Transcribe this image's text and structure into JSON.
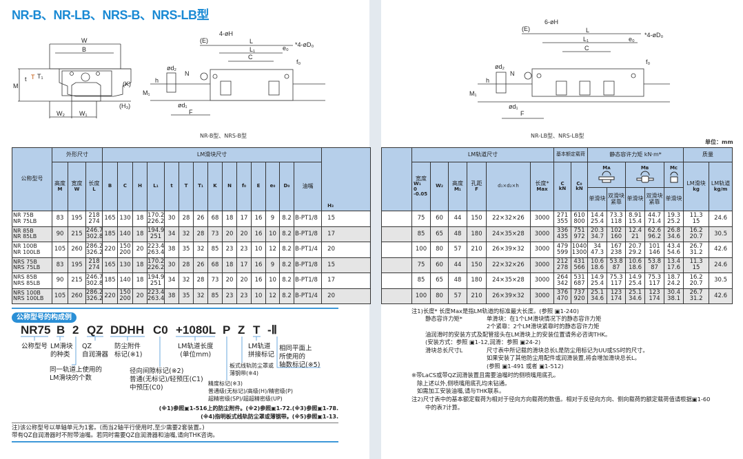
{
  "title": "NR-B、NR-LB、NRS-B、NRS-LB型",
  "drawings": {
    "caption_b": "NR-B型、NRS-B型",
    "caption_lb": "NR-LB型、NRS-LB型",
    "unit": "单位：mm",
    "end_view": {
      "W": "W",
      "B": "B",
      "M": "M",
      "t": "t",
      "T": "T",
      "T1": "T₁",
      "K": "(K)",
      "H3": "(H₃)",
      "W2": "W₂",
      "W1": "W₁"
    },
    "side_b": {
      "holes": "4-øH",
      "E": "(E)",
      "L": "L",
      "L1": "L₁",
      "e0": "e₀",
      "D0": "*4-øD₀",
      "C": "C",
      "f0": "f₀",
      "N": "N",
      "d2": "ød₂",
      "h": "h",
      "M1": "M₁",
      "d1": "ød₁",
      "F": "F"
    },
    "side_lb": {
      "holes": "6-øH",
      "E": "(E)",
      "L": "L",
      "L1": "L₁",
      "e0": "e₀",
      "D0": "*4-øD₀",
      "C": "C",
      "f0": "f₀",
      "N": "N",
      "d2": "ød₂",
      "h": "h",
      "M1": "M₁",
      "d1": "ød₁",
      "F": "F"
    }
  },
  "left_table": {
    "h_model": "公称型号",
    "h_outer": "外形尺寸",
    "h_block": "LM滑块尺寸",
    "h_height": "高度",
    "h_width": "宽度",
    "h_length": "长度",
    "h_grease": "油嘴",
    "syms": [
      "M",
      "W",
      "L",
      "B",
      "C",
      "H",
      "L₁",
      "t",
      "T",
      "T₁",
      "K",
      "N",
      "f₀",
      "E",
      "e₀",
      "D₀",
      "H₃"
    ],
    "rows": [
      [
        "NR  75B\nNR  75LB",
        "83",
        "195",
        "218\n274",
        "165",
        "130",
        "18",
        "170.2\n226.2",
        "30",
        "28",
        "26",
        "68",
        "18",
        "17",
        "16",
        "9",
        "8.2",
        "B-PT1/8",
        "15"
      ],
      [
        "NR  85B\nNR  85LB",
        "90",
        "215",
        "246.7\n302.8",
        "185",
        "140",
        "18",
        "194.9\n251",
        "34",
        "32",
        "28",
        "73",
        "20",
        "20",
        "16",
        "10",
        "8.2",
        "B-PT1/8",
        "17"
      ],
      [
        "NR  100B\nNR  100LB",
        "105",
        "260",
        "286.2\n326.2",
        "220",
        "150\n200",
        "20",
        "223.4\n263.4",
        "38",
        "35",
        "32",
        "85",
        "23",
        "23",
        "10",
        "12",
        "8.2",
        "B-PT1/4",
        "20"
      ],
      [
        "NRS  75B\nNRS  75LB",
        "83",
        "195",
        "218\n274",
        "165",
        "130",
        "18",
        "170.2\n226.2",
        "30",
        "28",
        "26",
        "68",
        "18",
        "17",
        "16",
        "9",
        "8.2",
        "B-PT1/8",
        "15"
      ],
      [
        "NRS  85B\nNRS  85LB",
        "90",
        "215",
        "246.7\n302.8",
        "185",
        "140",
        "18",
        "194.9\n251",
        "34",
        "32",
        "28",
        "73",
        "20",
        "20",
        "16",
        "10",
        "8.2",
        "B-PT1/8",
        "17"
      ],
      [
        "NRS  100B\nNRS  100LB",
        "105",
        "260",
        "286.2\n326.2",
        "220",
        "150\n200",
        "20",
        "223.4\n263.4",
        "38",
        "35",
        "32",
        "85",
        "23",
        "23",
        "10",
        "12",
        "8.2",
        "B-PT1/4",
        "20"
      ]
    ]
  },
  "right_table": {
    "h_rail": "LM轨道尺寸",
    "h_load": "基本额定载荷",
    "h_moment": "静态容许力矩 kN·m*",
    "h_mass": "质量",
    "h_width": "宽度",
    "w1": "W₁\n0\n-0.05",
    "w2": "W₂",
    "h_height": "高度",
    "m1": "M₁",
    "h_pitch": "孔距",
    "f": "F",
    "dims": "d₁×d₂×h",
    "h_len": "长度*",
    "max": "Max",
    "c": "C",
    "c0": "C₀",
    "kn": "kN",
    "ma": "Mᴀ",
    "mb": "Mʙ",
    "mc": "Mᴄ",
    "single": "单滑块",
    "double": "双滑块\n紧靠",
    "block": "LM滑块",
    "rail": "LM轨道",
    "kg": "kg",
    "kgm": "kg/m",
    "rows": [
      [
        "75",
        "60",
        "44",
        "150",
        "22×32×26",
        "3000",
        "271\n355",
        "610\n800",
        "14.4\n25.4",
        "73.3\n118",
        "8.91\n15.4",
        "44.7\n71.4",
        "19.3\n25.2",
        "11.3\n15",
        "24.6"
      ],
      [
        "85",
        "65",
        "48",
        "180",
        "24×35×28",
        "3000",
        "336\n435",
        "751\n972",
        "20.3\n34.7",
        "102\n160",
        "12.4\n21",
        "62.6\n96.2",
        "26.8\n34.6",
        "16.2\n20.7",
        "30.5"
      ],
      [
        "100",
        "80",
        "57",
        "210",
        "26×39×32",
        "3000",
        "479\n599",
        "1040\n1300",
        "34\n47.3",
        "167\n238",
        "20.7\n29.2",
        "101\n146",
        "43.4\n54.6",
        "26.7\n31.2",
        "42.6"
      ],
      [
        "75",
        "60",
        "44",
        "150",
        "22×32×26",
        "3000",
        "212\n278",
        "431\n566",
        "10.6\n18.6",
        "53.8\n87",
        "10.6\n18.6",
        "53.8\n87",
        "13.4\n17.6",
        "11.3\n15",
        "24.6"
      ],
      [
        "85",
        "65",
        "48",
        "180",
        "24×35×28",
        "3000",
        "264\n342",
        "531\n687",
        "14.9\n25.4",
        "75.3\n117",
        "14.9\n25.4",
        "75.3\n117",
        "18.7\n24.2",
        "16.2\n20.7",
        "30.5"
      ],
      [
        "100",
        "80",
        "57",
        "210",
        "26×39×32",
        "3000",
        "376\n470",
        "737\n920",
        "25.1\n34.6",
        "123\n174",
        "25.1\n34.6",
        "123\n174",
        "30.4\n38.1",
        "26.7\n31.2",
        "42.6"
      ]
    ]
  },
  "model_code": {
    "heading": "公称型号的构成例",
    "tokens": [
      "NR75",
      "B",
      "2",
      "QZ",
      "DDHH",
      "C0",
      "+1080L",
      "P",
      "Z",
      "T",
      "-Ⅱ"
    ],
    "labels": {
      "model": "公称型号",
      "block_type": "LM滑块\n的种类",
      "qz": "QZ\n自润滑器",
      "seal": "防尘附件\n标记(※1)",
      "rail_len": "LM轨道长度\n(单位mm)",
      "joint": "LM轨道\n拼接标记",
      "axes": "相同平面上\n所使用的\n轴数标记(※5)",
      "count": "同一轨道上使用的\nLM滑块的个数",
      "clearance": "径向间隙标记(※2)\n普通(无标记)/轻预压(C1)\n中预压(C0)",
      "cover": "板式线轨防尘罩或\n薄钢带(※4)",
      "accuracy": "精度标记(※3)\n普通级(无标记)/高级(H)/精密级(P)\n超精密级(SP)/超超精密级(UP)"
    },
    "refs": [
      "(※1)参照▣1-516上的防尘附件。(※2)参照▣1-72.(※3)参照▣1-78.",
      "(※4)指明板式线轨防尘罩或薄钢带。(※5)参照▣1-13."
    ],
    "notes": "注)该公称型号以单轴单元为1套。(而当2轴平行使用时,至少需要2套装置。)\n    带有QZ自润滑器时不附带油嘴。若同时需要QZ自润滑器和油嘴,请向THK咨询。"
  },
  "right_notes": [
    "注1)长度*   长度Max是指LM轨道的标准最大长度。(参照 ▣1-240)",
    "静态容许力矩*",
    "单滑块：在1个LM滑块情况下的静态容许力矩",
    "2个紧靠：2个LM滑块紧靠时的静态容许力矩",
    "油润滑时的安装方式及配管接头在LM滑块上的安装位置请务必咨询THK。",
    "(安装方式：参照 ▣1-12,润滑：参照 ▣24-2)",
    "滑块总长尺寸L",
    "尺寸表中所记载的滑块总长L是防尘用标记为UU或SS时的尺寸。",
    "如果安装了其他防尘用配件或润滑装置,将会增加滑块总长L。",
    "(参照 ▣1-491 或者 ▣1-512)",
    "※带LaCS或带QZ润滑装置且需要油嘴时的侧喷嘴用底孔。",
    "除上述以外,侧喷嘴用底孔均未钻通。",
    "如需加工安装油嘴,请与THK联系。",
    "注2)尺寸表中的基本额定载荷为相对于径向方向载荷的数值。相对于反径向方向、侧向载荷的额定载荷值请根据▣1-60",
    "中的表7计算。"
  ],
  "colors": {
    "accent": "#1a8ad4",
    "header_bg": "#b6cfea",
    "alt_row": "#e5e5e5"
  }
}
